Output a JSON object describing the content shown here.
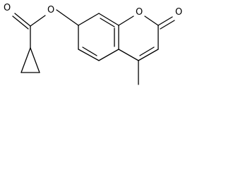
{
  "diagram": {
    "type": "chemical-structure",
    "atom_labels": {
      "ester_carbonyl_oxygen": "O",
      "ester_bridge_oxygen": "O",
      "ring_oxygen": "O",
      "lactone_carbonyl_oxygen": "O"
    },
    "colors": {
      "bond": "#000000",
      "background": "#ffffff"
    }
  }
}
